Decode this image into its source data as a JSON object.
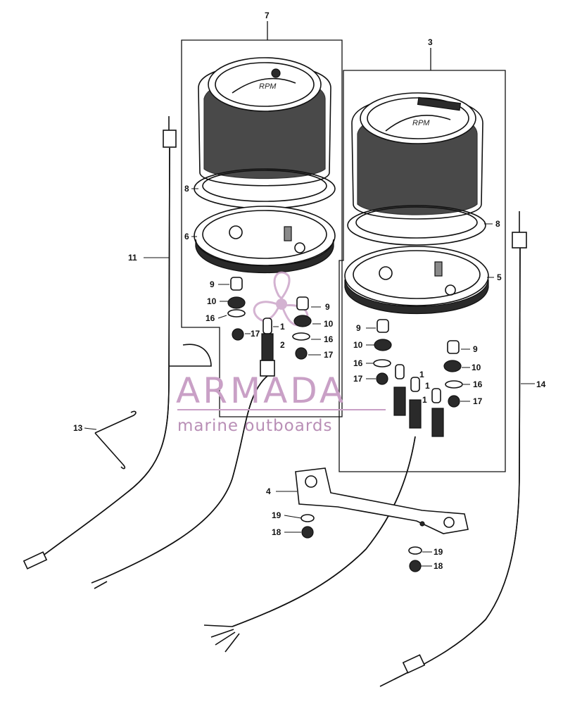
{
  "watermark": {
    "brand": "ARMADA",
    "tagline": "marine outboards",
    "brand_color": "#c9a0c6",
    "icon": "propeller-icon"
  },
  "gauge_dial_text": {
    "left_dial": "RPM",
    "right_dial": "RPM"
  },
  "callouts": {
    "c7": "7",
    "c3": "3",
    "c8_left": "8",
    "c8_right": "8",
    "c6": "6",
    "c5": "5",
    "c11": "11",
    "c14": "14",
    "c13": "13",
    "c4": "4",
    "c9_a": "9",
    "c9_b": "9",
    "c9_c": "9",
    "c9_d": "9",
    "c10_a": "10",
    "c10_b": "10",
    "c10_c": "10",
    "c10_d": "10",
    "c16_a": "16",
    "c16_b": "16",
    "c16_c": "16",
    "c16_d": "16",
    "c17_a": "17",
    "c17_b": "17",
    "c17_c": "17",
    "c17_d": "17",
    "c1_a": "1",
    "c1_b": "1",
    "c1_c": "1",
    "c1_d": "1",
    "c2": "2",
    "c19_a": "19",
    "c19_b": "19",
    "c18_a": "18",
    "c18_b": "18"
  }
}
